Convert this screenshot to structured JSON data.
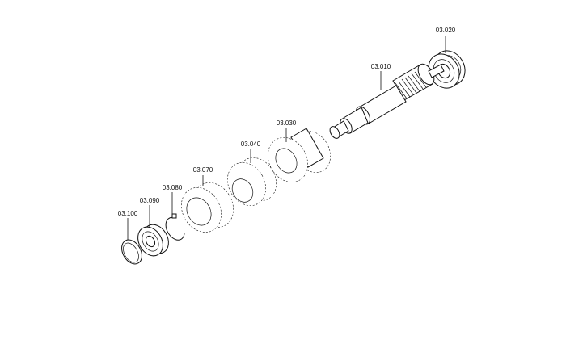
{
  "parts": [
    {
      "id": "p010",
      "label": "03.010"
    },
    {
      "id": "p020",
      "label": "03.020"
    },
    {
      "id": "p030",
      "label": "03.030"
    },
    {
      "id": "p040",
      "label": "03.040"
    },
    {
      "id": "p070",
      "label": "03.070"
    },
    {
      "id": "p080",
      "label": "03.080"
    },
    {
      "id": "p090",
      "label": "03.090"
    },
    {
      "id": "p100",
      "label": "03.100"
    }
  ]
}
